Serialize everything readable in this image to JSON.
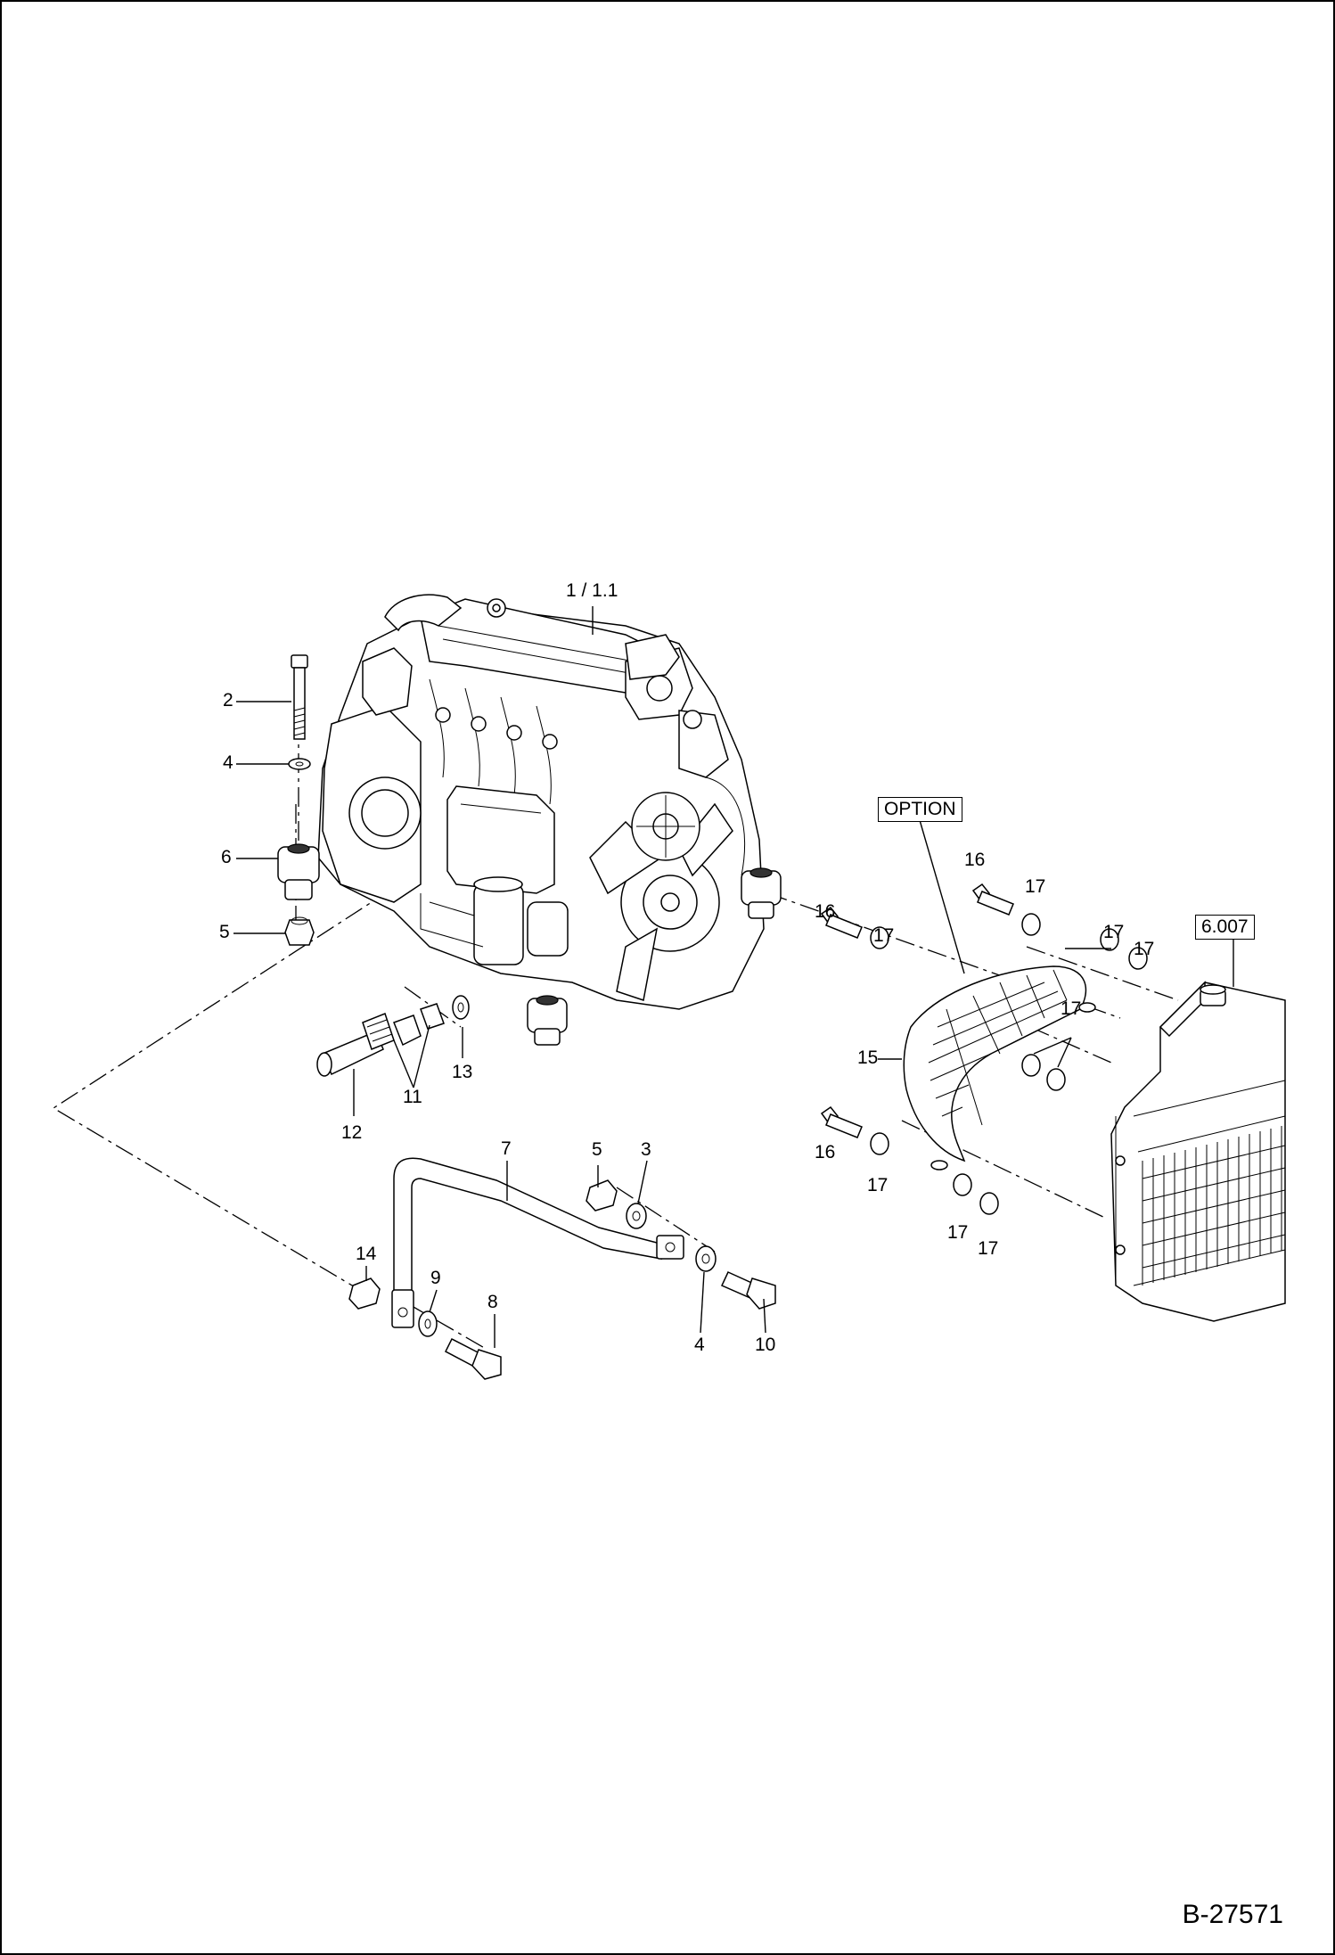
{
  "document_id": "B-27571",
  "option_tag": "OPTION",
  "reference_box": "6.007",
  "callouts": [
    {
      "id": "c-1-1",
      "text": "1 / 1.1"
    },
    {
      "id": "c-2",
      "text": "2"
    },
    {
      "id": "c-4a",
      "text": "4"
    },
    {
      "id": "c-6",
      "text": "6"
    },
    {
      "id": "c-5a",
      "text": "5"
    },
    {
      "id": "c-16a",
      "text": "16"
    },
    {
      "id": "c-17a",
      "text": "17"
    },
    {
      "id": "c-16b",
      "text": "16"
    },
    {
      "id": "c-17b",
      "text": "17"
    },
    {
      "id": "c-17c",
      "text": "17"
    },
    {
      "id": "c-17d",
      "text": "17"
    },
    {
      "id": "c-17e",
      "text": "17"
    },
    {
      "id": "c-15",
      "text": "15"
    },
    {
      "id": "c-13",
      "text": "13"
    },
    {
      "id": "c-11",
      "text": "11"
    },
    {
      "id": "c-12",
      "text": "12"
    },
    {
      "id": "c-7",
      "text": "7"
    },
    {
      "id": "c-5b",
      "text": "5"
    },
    {
      "id": "c-3",
      "text": "3"
    },
    {
      "id": "c-16c",
      "text": "16"
    },
    {
      "id": "c-17f",
      "text": "17"
    },
    {
      "id": "c-17g",
      "text": "17"
    },
    {
      "id": "c-17h",
      "text": "17"
    },
    {
      "id": "c-14",
      "text": "14"
    },
    {
      "id": "c-9",
      "text": "9"
    },
    {
      "id": "c-8",
      "text": "8"
    },
    {
      "id": "c-4b",
      "text": "4"
    },
    {
      "id": "c-10",
      "text": "10"
    }
  ]
}
